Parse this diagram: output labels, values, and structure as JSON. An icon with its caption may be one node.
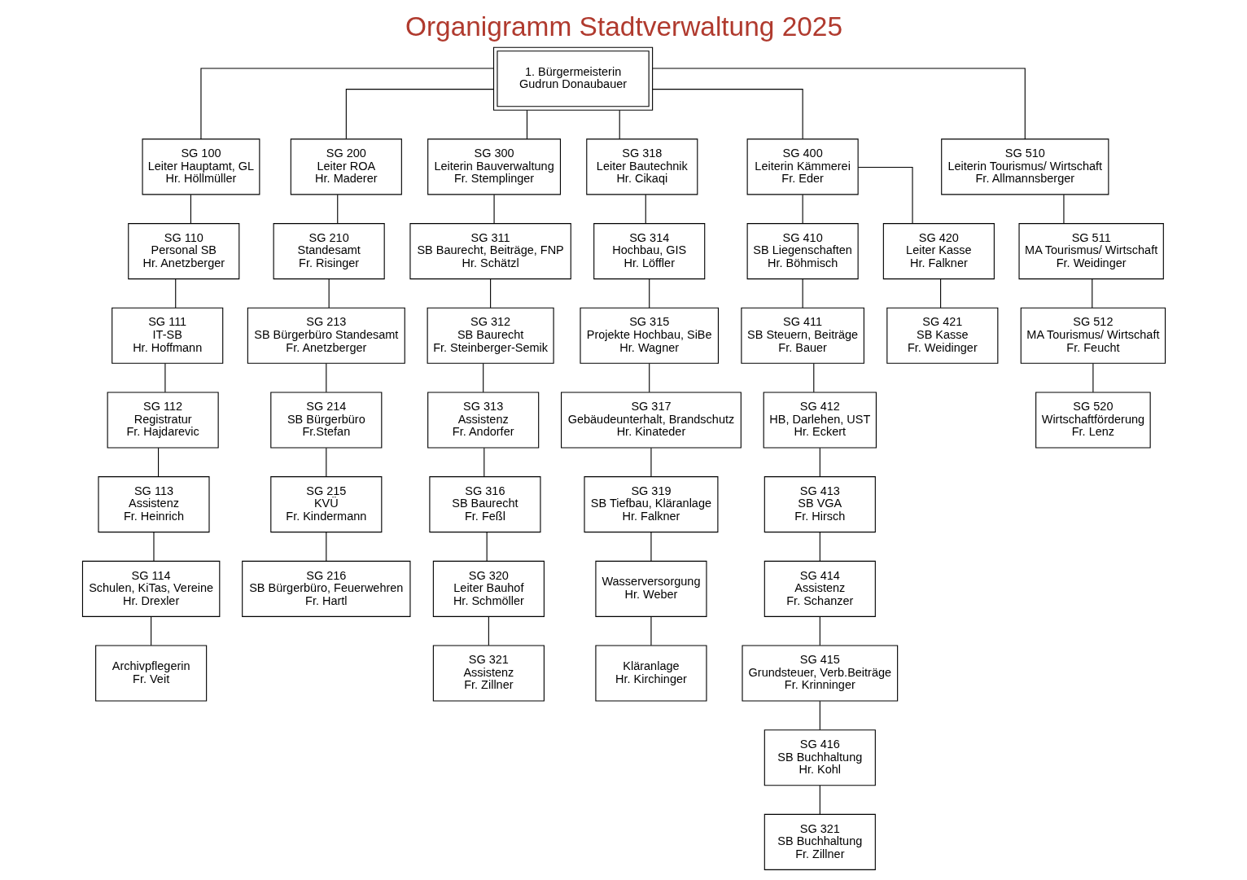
{
  "diagram": {
    "title": "Organigramm Stadtverwaltung 2025",
    "nodes": [
      {
        "text": [
          "1. Bürgermeisterin",
          "Gudrun Donaubauer"
        ]
      },
      {
        "text": [
          "SG 100",
          "Leiter Hauptamt, GL",
          "Hr. Höllmüller"
        ]
      },
      {
        "text": [
          "SG 110",
          "Personal SB",
          "Hr. Anetzberger"
        ]
      },
      {
        "text": [
          "SG 111",
          "IT-SB",
          "Hr. Hoffmann"
        ]
      },
      {
        "text": [
          "SG 112",
          "Registratur",
          "Fr. Hajdarevic"
        ]
      },
      {
        "text": [
          "SG 113",
          "Assistenz",
          "Fr. Heinrich"
        ]
      },
      {
        "text": [
          "SG 114",
          "Schulen, KiTas, Vereine",
          "Hr. Drexler"
        ]
      },
      {
        "text": [
          "Archivpflegerin",
          "Fr. Veit"
        ]
      },
      {
        "text": [
          "SG 200",
          "Leiter ROA",
          "Hr. Maderer"
        ]
      },
      {
        "text": [
          "SG 210",
          "Standesamt",
          "Fr. Risinger"
        ]
      },
      {
        "text": [
          "SG 213",
          "SB Bürgerbüro Standesamt",
          "Fr. Anetzberger"
        ]
      },
      {
        "text": [
          "SG 214",
          "SB Bürgerbüro",
          "Fr.Stefan"
        ]
      },
      {
        "text": [
          "SG 215",
          "KVÜ",
          "Fr. Kindermann"
        ]
      },
      {
        "text": [
          "SG 216",
          "SB Bürgerbüro, Feuerwehren",
          "Fr. Hartl"
        ]
      },
      {
        "text": [
          "SG 300",
          "Leiterin Bauverwaltung",
          "Fr. Stemplinger"
        ]
      },
      {
        "text": [
          "SG 311",
          "SB Baurecht, Beiträge, FNP",
          "Hr. Schätzl"
        ]
      },
      {
        "text": [
          "SG 312",
          "SB Baurecht",
          "Fr. Steinberger-Semik"
        ]
      },
      {
        "text": [
          "SG 313",
          "Assistenz",
          "Fr. Andorfer"
        ]
      },
      {
        "text": [
          "SG 316",
          "SB Baurecht",
          "Fr. Feßl"
        ]
      },
      {
        "text": [
          "SG 320",
          "Leiter Bauhof",
          "Hr. Schmöller"
        ]
      },
      {
        "text": [
          "SG 321",
          "Assistenz",
          "Fr. Zillner"
        ]
      },
      {
        "text": [
          "SG 318",
          "Leiter Bautechnik",
          "Hr. Cikaqi"
        ]
      },
      {
        "text": [
          "SG 314",
          "Hochbau, GIS",
          "Hr. Löffler"
        ]
      },
      {
        "text": [
          "SG 315",
          "Projekte Hochbau, SiBe",
          "Hr. Wagner"
        ]
      },
      {
        "text": [
          "SG 317",
          "Gebäudeunterhalt, Brandschutz",
          "Hr. Kinateder"
        ]
      },
      {
        "text": [
          "SG 319",
          "SB Tiefbau, Kläranlage",
          "Hr. Falkner"
        ]
      },
      {
        "text": [
          "Wasserversorgung",
          "Hr. Weber"
        ]
      },
      {
        "text": [
          "Kläranlage",
          "Hr. Kirchinger"
        ]
      },
      {
        "text": [
          "SG 400",
          "Leiterin Kämmerei",
          "Fr. Eder"
        ]
      },
      {
        "text": [
          "SG 410",
          "SB Liegenschaften",
          "Hr. Böhmisch"
        ]
      },
      {
        "text": [
          "SG 411",
          "SB Steuern, Beiträge",
          "Fr. Bauer"
        ]
      },
      {
        "text": [
          "SG 412",
          "HB, Darlehen, UST",
          "Hr. Eckert"
        ]
      },
      {
        "text": [
          "SG 413",
          "SB VGA",
          "Fr. Hirsch"
        ]
      },
      {
        "text": [
          "SG 414",
          "Assistenz",
          "Fr. Schanzer"
        ]
      },
      {
        "text": [
          "SG 415",
          "Grundsteuer, Verb.Beiträge",
          "Fr. Krinninger"
        ]
      },
      {
        "text": [
          "SG 416",
          "SB Buchhaltung",
          "Hr. Kohl"
        ]
      },
      {
        "text": [
          "SG 321",
          "SB Buchhaltung",
          "Fr. Zillner"
        ]
      },
      {
        "text": [
          "SG 420",
          "Leiter Kasse",
          "Hr. Falkner"
        ]
      },
      {
        "text": [
          "SG 421",
          "SB Kasse",
          "Fr. Weidinger"
        ]
      },
      {
        "text": [
          "SG 510",
          "Leiterin Tourismus/ Wirtschaft",
          "Fr. Allmannsberger"
        ]
      },
      {
        "text": [
          "SG 511",
          "MA Tourismus/ Wirtschaft",
          "Fr. Weidinger"
        ]
      },
      {
        "text": [
          "SG 512",
          "MA Tourismus/ Wirtschaft",
          "Fr. Feucht"
        ]
      },
      {
        "text": [
          "SG 520",
          "Wirtschaftförderung",
          "Fr. Lenz"
        ]
      }
    ],
    "edges": [
      {
        "from": 0,
        "to": 1,
        "arrow": "none"
      },
      {
        "from": 0,
        "to": 8,
        "arrow": "none"
      },
      {
        "from": 0,
        "to": 14,
        "arrow": "none"
      },
      {
        "from": 0,
        "to": 21,
        "arrow": "none"
      },
      {
        "from": 0,
        "to": 28,
        "arrow": "none"
      },
      {
        "from": 0,
        "to": 39,
        "arrow": "none"
      },
      {
        "from": 1,
        "to": 2,
        "arrow": "none"
      },
      {
        "from": 2,
        "to": 3,
        "arrow": "none"
      },
      {
        "from": 3,
        "to": 4,
        "arrow": "none"
      },
      {
        "from": 4,
        "to": 5,
        "arrow": "none"
      },
      {
        "from": 5,
        "to": 6,
        "arrow": "none"
      },
      {
        "from": 6,
        "to": 7,
        "arrow": "none"
      },
      {
        "from": 8,
        "to": 9,
        "arrow": "none"
      },
      {
        "from": 9,
        "to": 10,
        "arrow": "none"
      },
      {
        "from": 10,
        "to": 11,
        "arrow": "none"
      },
      {
        "from": 11,
        "to": 12,
        "arrow": "none"
      },
      {
        "from": 12,
        "to": 13,
        "arrow": "none"
      },
      {
        "from": 14,
        "to": 15,
        "arrow": "none"
      },
      {
        "from": 15,
        "to": 16,
        "arrow": "none"
      },
      {
        "from": 16,
        "to": 17,
        "arrow": "none"
      },
      {
        "from": 17,
        "to": 18,
        "arrow": "none"
      },
      {
        "from": 18,
        "to": 19,
        "arrow": "none"
      },
      {
        "from": 19,
        "to": 20,
        "arrow": "none"
      },
      {
        "from": 21,
        "to": 22,
        "arrow": "none"
      },
      {
        "from": 22,
        "to": 23,
        "arrow": "none"
      },
      {
        "from": 23,
        "to": 24,
        "arrow": "none"
      },
      {
        "from": 24,
        "to": 25,
        "arrow": "none"
      },
      {
        "from": 25,
        "to": 26,
        "arrow": "none"
      },
      {
        "from": 26,
        "to": 27,
        "arrow": "none"
      },
      {
        "from": 28,
        "to": 29,
        "arrow": "none"
      },
      {
        "from": 28,
        "to": 37,
        "arrow": "none"
      },
      {
        "from": 29,
        "to": 30,
        "arrow": "none"
      },
      {
        "from": 30,
        "to": 31,
        "arrow": "none"
      },
      {
        "from": 31,
        "to": 32,
        "arrow": "none"
      },
      {
        "from": 32,
        "to": 33,
        "arrow": "none"
      },
      {
        "from": 33,
        "to": 34,
        "arrow": "none"
      },
      {
        "from": 34,
        "to": 35,
        "arrow": "none"
      },
      {
        "from": 35,
        "to": 36,
        "arrow": "none"
      },
      {
        "from": 37,
        "to": 38,
        "arrow": "none"
      },
      {
        "from": 39,
        "to": 40,
        "arrow": "none"
      },
      {
        "from": 40,
        "to": 41,
        "arrow": "none"
      },
      {
        "from": 41,
        "to": 42,
        "arrow": "none"
      }
    ]
  }
}
